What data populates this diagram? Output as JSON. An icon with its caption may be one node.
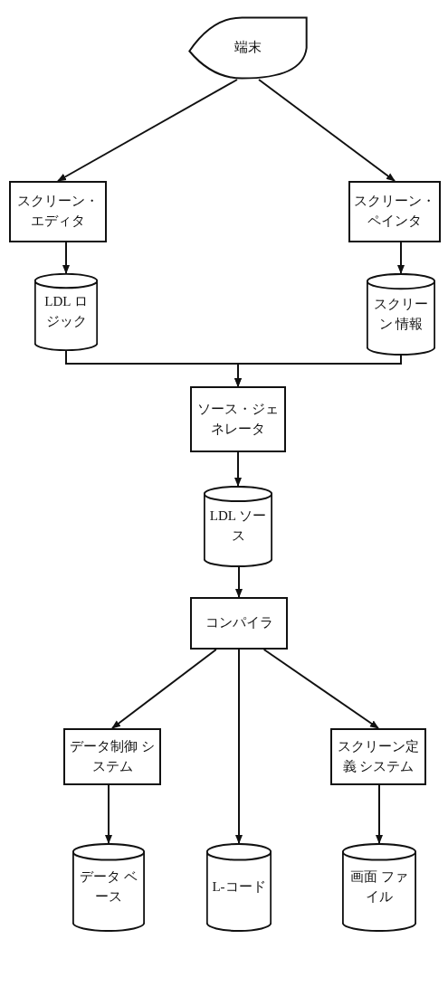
{
  "diagram": {
    "nodes": [
      {
        "text": [
          "端末"
        ]
      },
      {
        "text": [
          "スクリーン・エディタ"
        ]
      },
      {
        "text": [
          "スクリーン・ペインタ"
        ]
      },
      {
        "text": [
          "LDL ロジック"
        ]
      },
      {
        "text": [
          "スクリーン 情報"
        ]
      },
      {
        "text": [
          "ソース・ジェネレータ"
        ]
      },
      {
        "text": [
          "LDL ソース"
        ]
      },
      {
        "text": [
          "コンパイラ"
        ]
      },
      {
        "text": [
          "データ制御 システム"
        ]
      },
      {
        "text": [
          "データ ベース"
        ]
      },
      {
        "text": [
          "L-コード"
        ]
      },
      {
        "text": [
          "スクリーン定義 システム"
        ]
      },
      {
        "text": [
          "画面 ファイル"
        ]
      }
    ],
    "edges": [
      {
        "from": 0,
        "to": 1,
        "arrow": "to"
      },
      {
        "from": 0,
        "to": 2,
        "arrow": "to"
      },
      {
        "from": 1,
        "to": 3,
        "arrow": "to"
      },
      {
        "from": 2,
        "to": 4,
        "arrow": "to"
      },
      {
        "from": 3,
        "to": 5,
        "arrow": "to"
      },
      {
        "from": 4,
        "to": 5,
        "arrow": "to"
      },
      {
        "from": 5,
        "to": 6,
        "arrow": "to"
      },
      {
        "from": 6,
        "to": 7,
        "arrow": "to"
      },
      {
        "from": 7,
        "to": 8,
        "arrow": "to"
      },
      {
        "from": 7,
        "to": 10,
        "arrow": "to"
      },
      {
        "from": 7,
        "to": 11,
        "arrow": "to"
      },
      {
        "from": 8,
        "to": 9,
        "arrow": "to"
      },
      {
        "from": 11,
        "to": 12,
        "arrow": "to"
      }
    ]
  }
}
